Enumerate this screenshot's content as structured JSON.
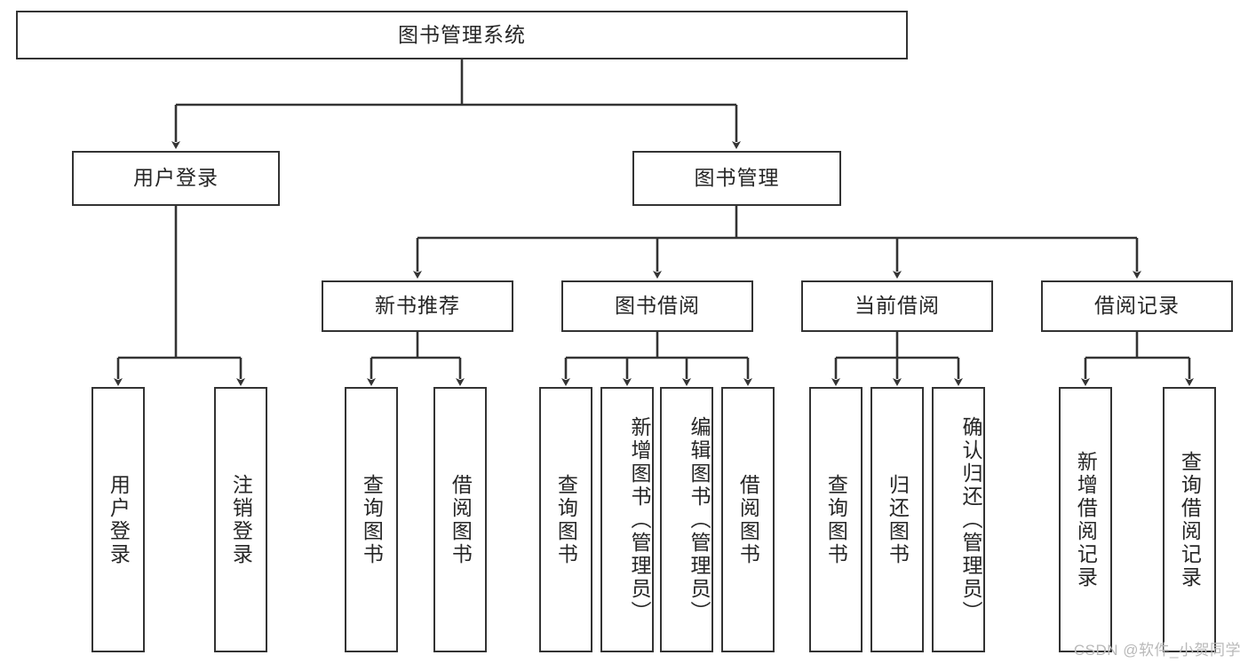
{
  "diagram": {
    "title": "图书管理系统",
    "type": "tree-hierarchy-diagram",
    "watermark": "CSDN @软件_小贺同学",
    "colors": {
      "stroke": "#333333",
      "fill": "#ffffff",
      "text": "#262626",
      "watermark": "#b9b9b9"
    },
    "nodes": {
      "root": {
        "label": "图书管理系统"
      },
      "level2": [
        {
          "id": "user-login",
          "label": "用户登录"
        },
        {
          "id": "book-management",
          "label": "图书管理"
        }
      ],
      "level3": [
        {
          "id": "new-book-recommend",
          "label": "新书推荐"
        },
        {
          "id": "book-borrow",
          "label": "图书借阅"
        },
        {
          "id": "current-borrow",
          "label": "当前借阅"
        },
        {
          "id": "borrow-record",
          "label": "借阅记录"
        }
      ],
      "leaves": {
        "user-login": [
          {
            "id": "leaf-user-login",
            "label": "用户登录"
          },
          {
            "id": "leaf-logout-login",
            "label": "注销登录"
          }
        ],
        "new-book-recommend": [
          {
            "id": "leaf-query-book-1",
            "label": "查询图书"
          },
          {
            "id": "leaf-borrow-book-1",
            "label": "借阅图书"
          }
        ],
        "book-borrow": [
          {
            "id": "leaf-query-book-2",
            "label": "查询图书"
          },
          {
            "id": "leaf-add-book",
            "label": "新增图书（管理员）"
          },
          {
            "id": "leaf-edit-book",
            "label": "编辑图书（管理员）"
          },
          {
            "id": "leaf-borrow-book-2",
            "label": "借阅图书"
          }
        ],
        "current-borrow": [
          {
            "id": "leaf-query-book-3",
            "label": "查询图书"
          },
          {
            "id": "leaf-return-book",
            "label": "归还图书"
          },
          {
            "id": "leaf-confirm-return",
            "label": "确认归还（管理员）"
          }
        ],
        "borrow-record": [
          {
            "id": "leaf-add-record",
            "label": "新增借阅记录"
          },
          {
            "id": "leaf-query-record",
            "label": "查询借阅记录"
          }
        ]
      }
    }
  }
}
